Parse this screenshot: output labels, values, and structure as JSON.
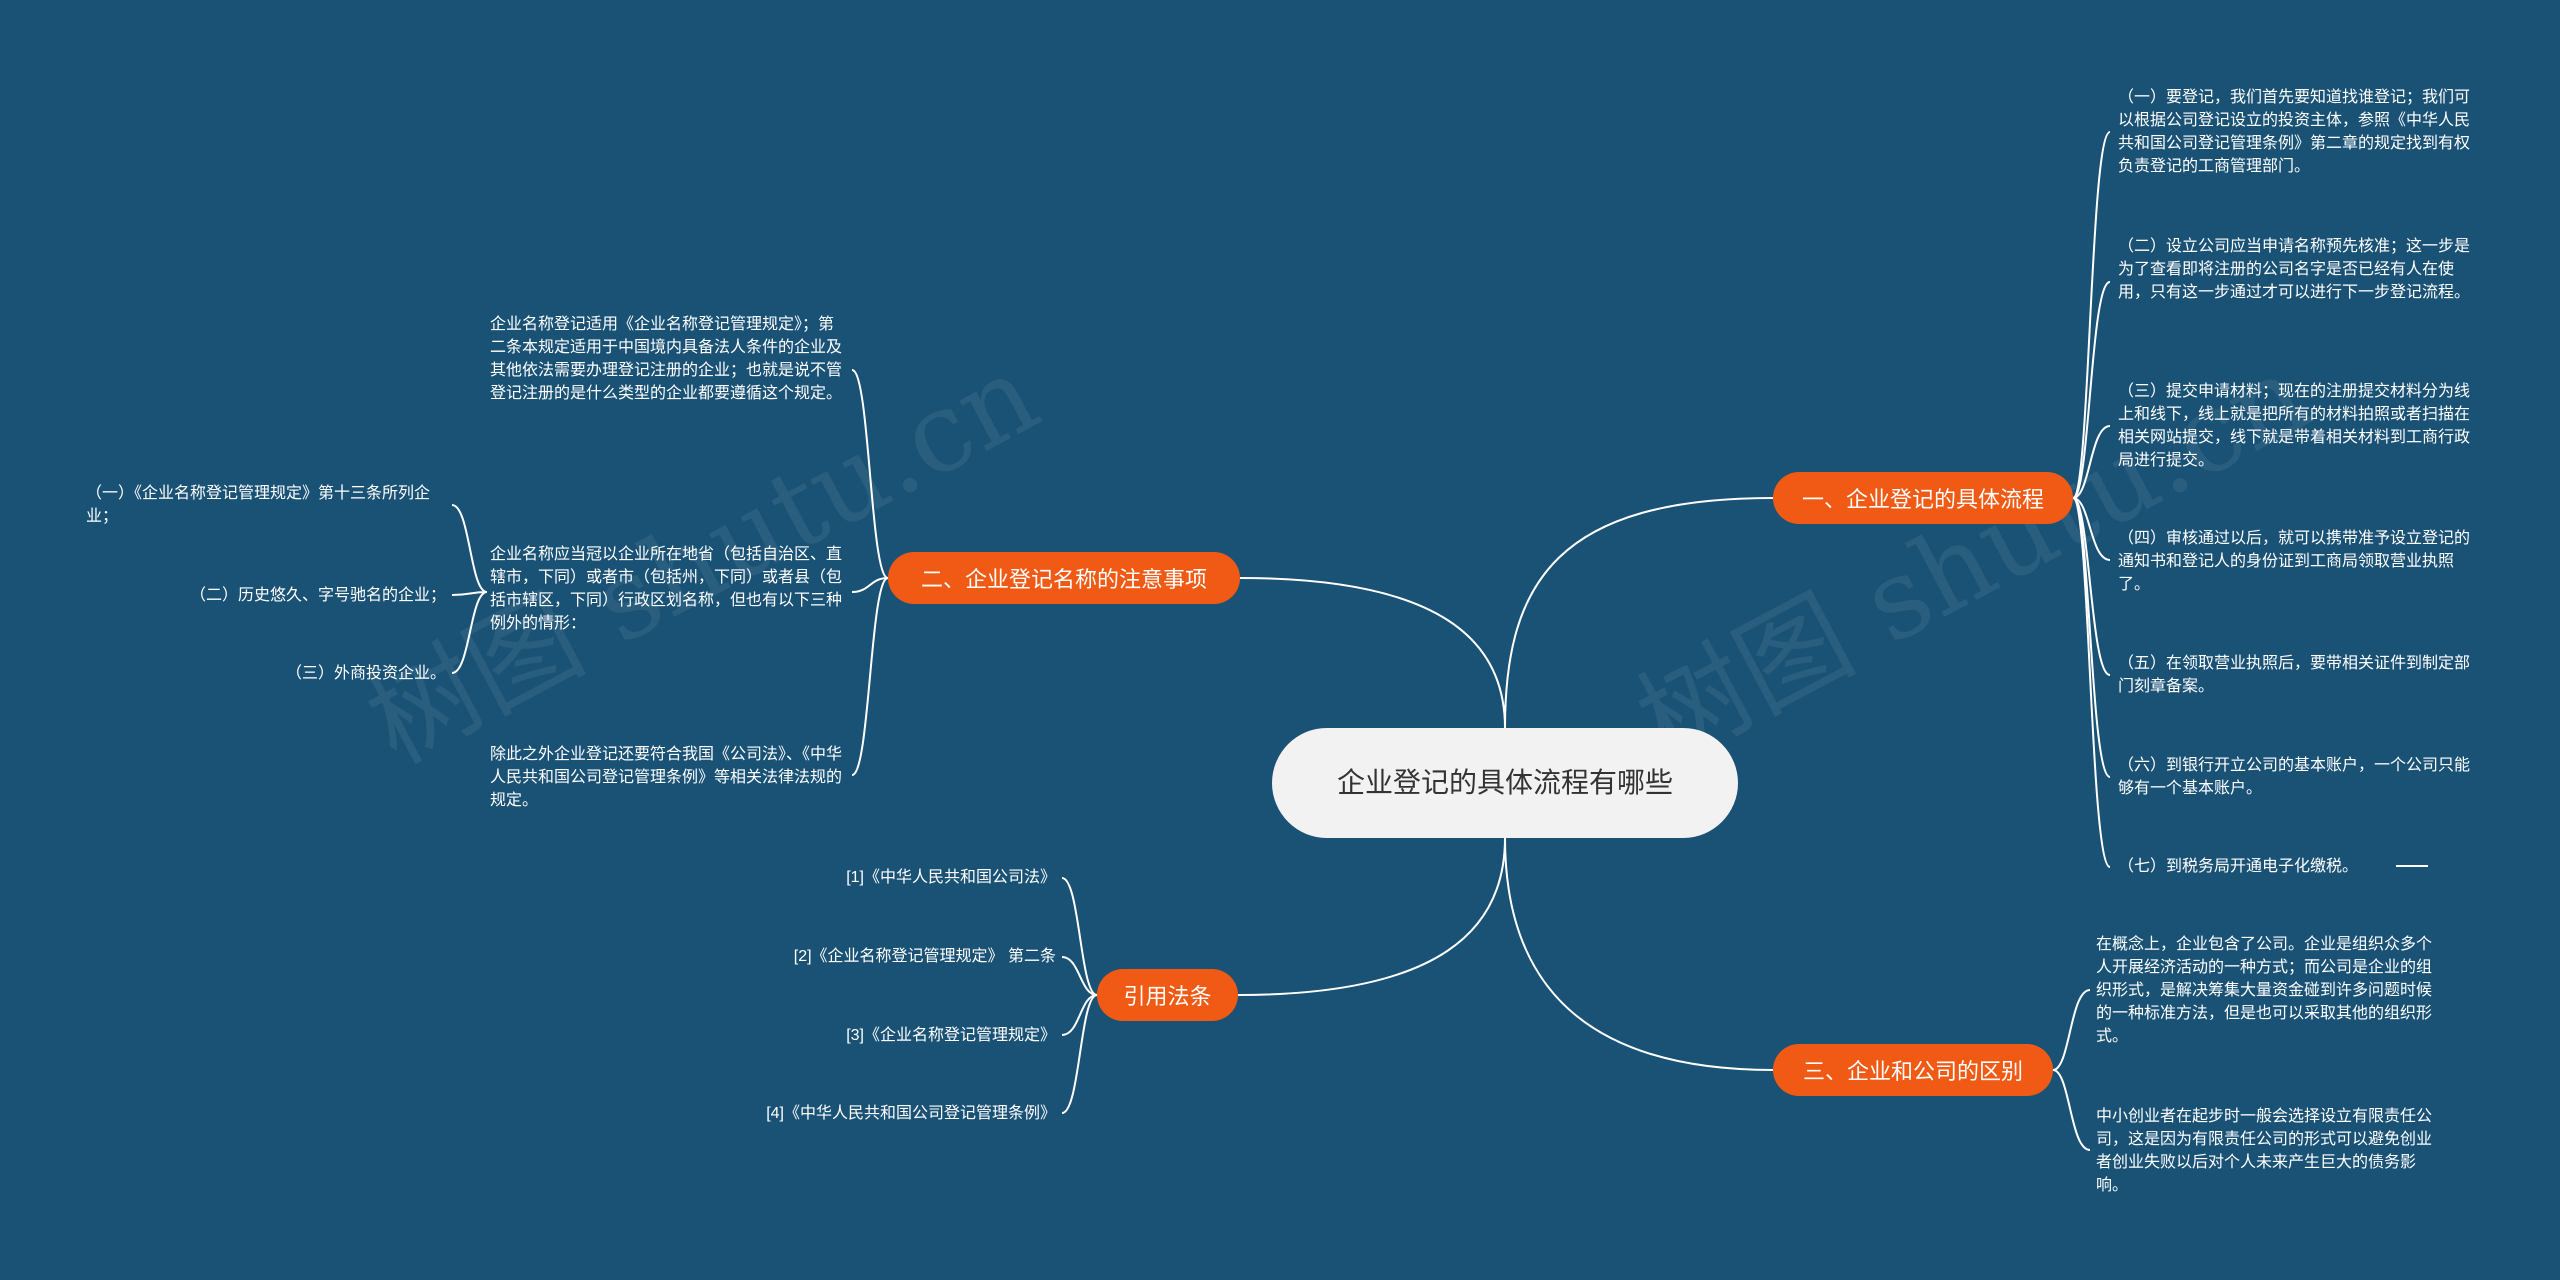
{
  "center": "企业登记的具体流程有哪些",
  "branches": {
    "b1": "一、企业登记的具体流程",
    "b2": "二、企业登记名称的注意事项",
    "b3": "三、企业和公司的区别",
    "b4": "引用法条"
  },
  "flow": [
    "（一）要登记，我们首先要知道找谁登记；我们可以根据公司登记设立的投资主体，参照《中华人民共和国公司登记管理条例》第二章的规定找到有权负责登记的工商管理部门。",
    "（二）设立公司应当申请名称预先核准；这一步是为了查看即将注册的公司名字是否已经有人在使用，只有这一步通过才可以进行下一步登记流程。",
    "（三）提交申请材料；现在的注册提交材料分为线上和线下，线上就是把所有的材料拍照或者扫描在相关网站提交，线下就是带着相关材料到工商行政局进行提交。",
    "（四）审核通过以后，就可以携带准予设立登记的通知书和登记人的身份证到工商局领取营业执照了。",
    "（五）在领取营业执照后，要带相关证件到制定部门刻章备案。",
    "（六）到银行开立公司的基本账户，一个公司只能够有一个基本账户。",
    "（七）到税务局开通电子化缴税。"
  ],
  "name_notes": [
    "企业名称登记适用《企业名称登记管理规定》；第二条本规定适用于中国境内具备法人条件的企业及其他依法需要办理登记注册的企业；也就是说不管登记注册的是什么类型的企业都要遵循这个规定。",
    "企业名称应当冠以企业所在地省（包括自治区、直辖市，下同）或者市（包括州，下同）或者县（包括市辖区，下同）行政区划名称，但也有以下三种例外的情形：",
    "除此之外企业登记还要符合我国《公司法》、《中华人民共和国公司登记管理条例》等相关法律法规的规定。"
  ],
  "exceptions": [
    "（一）《企业名称登记管理规定》第十三条所列企业；",
    "（二）历史悠久、字号驰名的企业；",
    "（三）外商投资企业。"
  ],
  "difference": [
    "在概念上，企业包含了公司。企业是组织众多个人开展经济活动的一种方式；而公司是企业的组织形式，是解决筹集大量资金碰到许多问题时候的一种标准方法，但是也可以采取其他的组织形式。",
    "中小创业者在起步时一般会选择设立有限责任公司，这是因为有限责任公司的形式可以避免创业者创业失败以后对个人未来产生巨大的债务影响。"
  ],
  "laws": [
    "[1]《中华人民共和国公司法》",
    "[2]《企业名称登记管理规定》 第二条",
    "[3]《企业名称登记管理规定》",
    "[4]《中华人民共和国公司登记管理条例》"
  ],
  "watermark": "树图 shutu.cn",
  "colors": {
    "background": "#1a5276",
    "branch": "#f05a14",
    "center": "#f2f2f2",
    "line": "#ffffff"
  }
}
